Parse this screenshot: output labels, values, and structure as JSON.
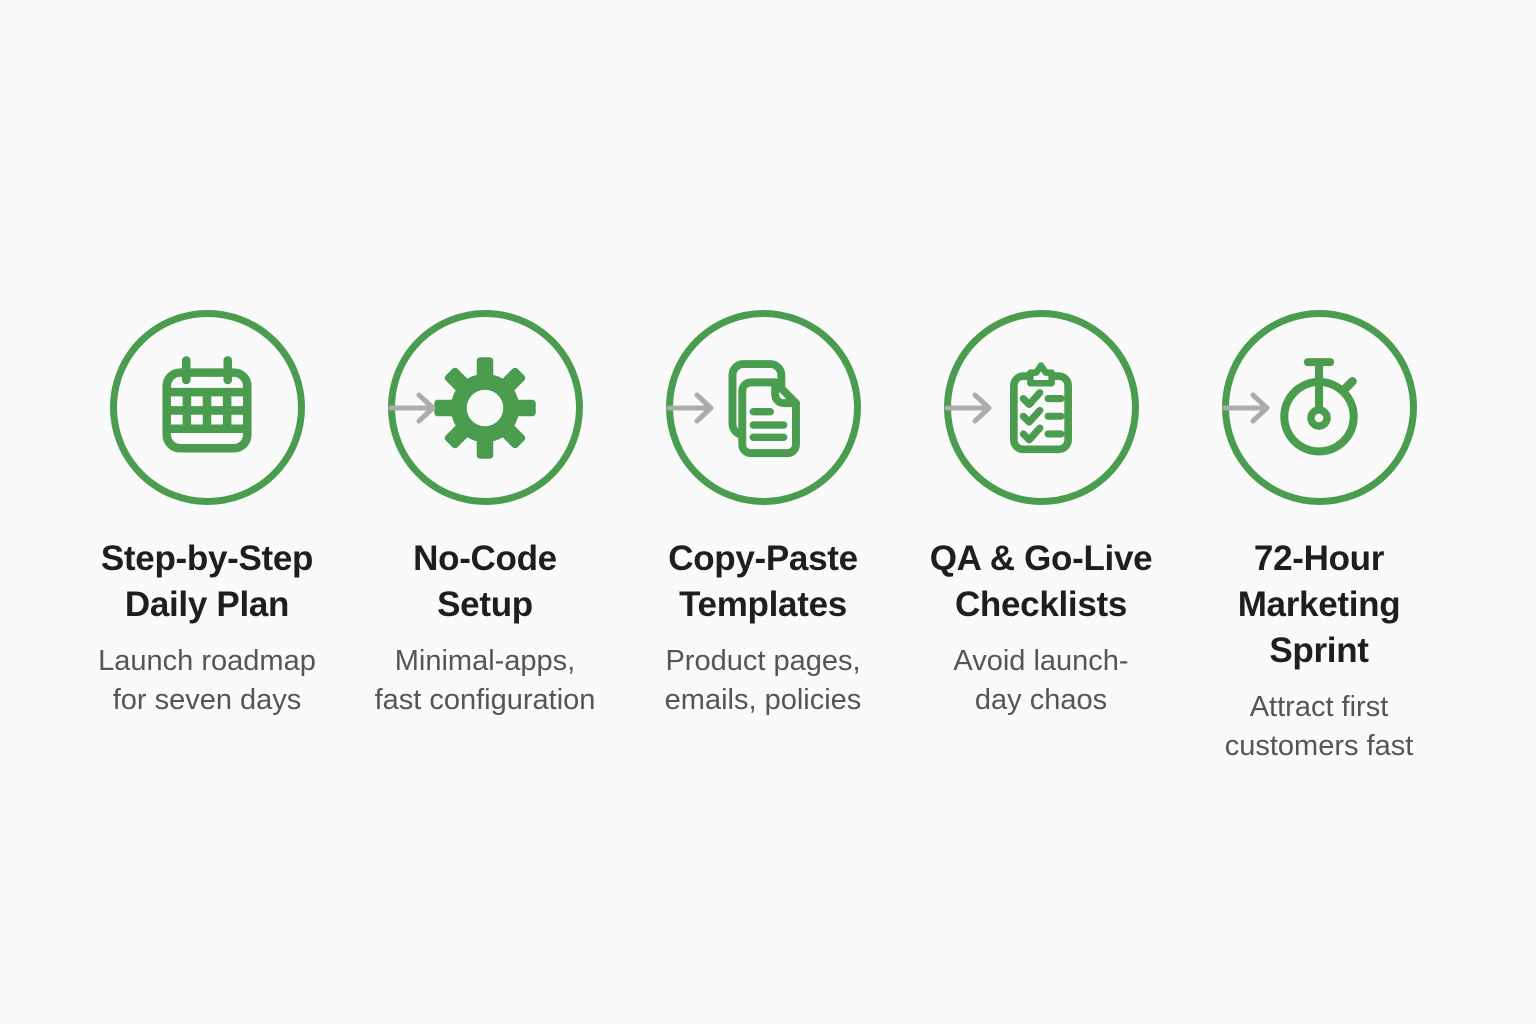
{
  "colors": {
    "green": "#4a9c4f",
    "arrow_gray": "#acacac",
    "title_text": "#1e1e1e",
    "subtitle_text": "#555555",
    "background": "#fbfafa"
  },
  "steps": [
    {
      "icon": "calendar-icon",
      "title": "Step-by-Step\nDaily Plan",
      "subtitle": "Launch roadmap\nfor seven days"
    },
    {
      "icon": "gear-icon",
      "title": "No-Code\nSetup",
      "subtitle": "Minimal-apps,\nfast configuration"
    },
    {
      "icon": "documents-icon",
      "title": "Copy-Paste\nTemplates",
      "subtitle": "Product pages,\nemails, policies"
    },
    {
      "icon": "clipboard-checklist-icon",
      "title": "QA & Go-Live\nChecklists",
      "subtitle": "Avoid launch-\nday chaos"
    },
    {
      "icon": "stopwatch-icon",
      "title": "72-Hour\nMarketing\nSprint",
      "subtitle": "Attract first\ncustomers fast"
    }
  ]
}
